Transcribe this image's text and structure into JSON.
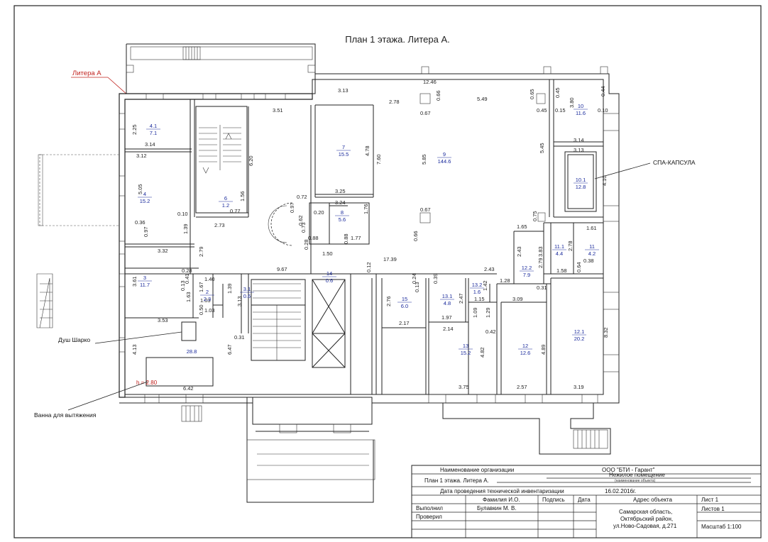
{
  "title": "План 1 этажа. Литера А.",
  "labels": {
    "litera": "Литера А",
    "spa": "СПА-КАПСУЛА",
    "shower": "Душ Шарко",
    "bath": "Ванна для вытяжения",
    "height": "h = 2.80"
  },
  "colors": {
    "litera": "#c0201c",
    "room_label": "#1a2a9c",
    "line": "#222222"
  },
  "rooms": [
    {
      "id": "4.1",
      "area": "7.1"
    },
    {
      "id": "4",
      "area": "15.2"
    },
    {
      "id": "3",
      "area": "11.7"
    },
    {
      "id": "2",
      "area": "2.3"
    },
    {
      "id": "3.1",
      "area": "0.6"
    },
    {
      "id": "6",
      "area": "1.2"
    },
    {
      "id": "7",
      "area": "15.5"
    },
    {
      "id": "8",
      "area": "5.6"
    },
    {
      "id": "9",
      "area": "144.6"
    },
    {
      "id": "10",
      "area": "11.6"
    },
    {
      "id": "10.1",
      "area": "12.8"
    },
    {
      "id": "11.1",
      "area": "4.4"
    },
    {
      "id": "11",
      "area": "4.2"
    },
    {
      "id": "12.2",
      "area": "7.9"
    },
    {
      "id": "13.2",
      "area": "1.6"
    },
    {
      "id": "13.1",
      "area": "4.8"
    },
    {
      "id": "14",
      "area": "0.6"
    },
    {
      "id": "15",
      "area": "6.0"
    },
    {
      "id": "13",
      "area": "15.2"
    },
    {
      "id": "12",
      "area": "12.6"
    },
    {
      "id": "12.1",
      "area": "20.2"
    },
    {
      "id": "",
      "area": "28.8"
    }
  ],
  "dims": [
    "3.13",
    "12.46",
    "2.78",
    "0.66",
    "5.49",
    "0.65",
    "0.45",
    "0.45",
    "0.15",
    "3.80",
    "0.44",
    "0.10",
    "0.67",
    "3.51",
    "2.25",
    "3.14",
    "3.12",
    "5.05",
    "6.20",
    "4.78",
    "7.60",
    "5.85",
    "3.14",
    "3.13",
    "5.45",
    "4.10",
    "3.25",
    "3.24",
    "0.72",
    "0.97",
    "1.56",
    "0.77",
    "0.20",
    "0.62",
    "0.73",
    "1.76",
    "0.36",
    "0.97",
    "0.10",
    "1.39",
    "2.73",
    "0.88",
    "0.88",
    "1.77",
    "0.28",
    "1.50",
    "0.66",
    "0.67",
    "1.65",
    "0.75",
    "1.61",
    "3.32",
    "2.79",
    "2.43",
    "3.83",
    "2.79",
    "2.78",
    "0.38",
    "0.64",
    "1.58",
    "17.39",
    "0.12",
    "9.67",
    "0.28",
    "1.40",
    "3.61",
    "0.13",
    "1.63",
    "0.41",
    "1.67",
    "1.39",
    "1.03",
    "1.03",
    "0.50",
    "3.13",
    "2.76",
    "0.24",
    "0.13",
    "0.39",
    "2.47",
    "1.42",
    "1.15",
    "1.28",
    "3.09",
    "2.43",
    "0.31",
    "1.97",
    "2.17",
    "3.53",
    "0.31",
    "6.47",
    "1.09",
    "1.29",
    "0.42",
    "2.14",
    "4.82",
    "4.89",
    "8.32",
    "4.13",
    "6.42",
    "3.75",
    "2.57",
    "3.19"
  ],
  "stamp": {
    "org_label": "Наименование организации",
    "org_value": "ООО \"БТИ - Гарант\"",
    "plan_label": "План 1 этажа. Литера А.",
    "object_value": "Нежилое помещение",
    "object_sub": "(наименование объекта)",
    "date_label": "Дата проведения технической инвентаризации",
    "date_value": "16.02.2016г.",
    "address_label": "Адрес объекта",
    "sheet": "Лист 1",
    "sheets": "Листов 1",
    "col_name": "Фамилия И.О.",
    "col_sign": "Подпись",
    "col_date": "Дата",
    "performed": "Выполнил",
    "performer": "Булавкин М. В.",
    "checked": "Проверил",
    "address_1": "Самарская область,",
    "address_2": "Октябрьский район,",
    "address_3": "ул.Ново-Садовая, д.271",
    "scale": "Масштаб 1:100"
  }
}
